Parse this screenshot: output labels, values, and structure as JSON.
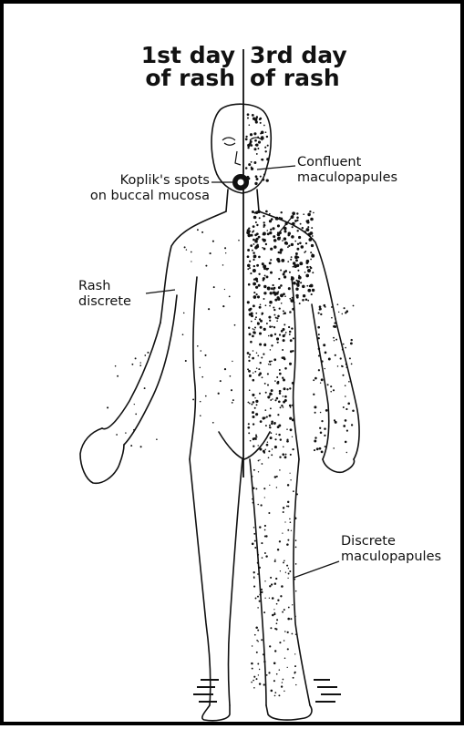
{
  "headers": {
    "left": [
      "1st day",
      "of rash"
    ],
    "right": [
      "3rd day",
      "of rash"
    ]
  },
  "labels": {
    "koplik": [
      "Koplik's spots",
      "on buccal mucosa"
    ],
    "confluent": [
      "Confluent",
      "maculopapules"
    ],
    "rash_discrete": [
      "Rash",
      "discrete"
    ],
    "discrete_mp": [
      "Discrete",
      "maculopapules"
    ]
  },
  "colors": {
    "ink": "#111111",
    "paper": "#ffffff"
  }
}
